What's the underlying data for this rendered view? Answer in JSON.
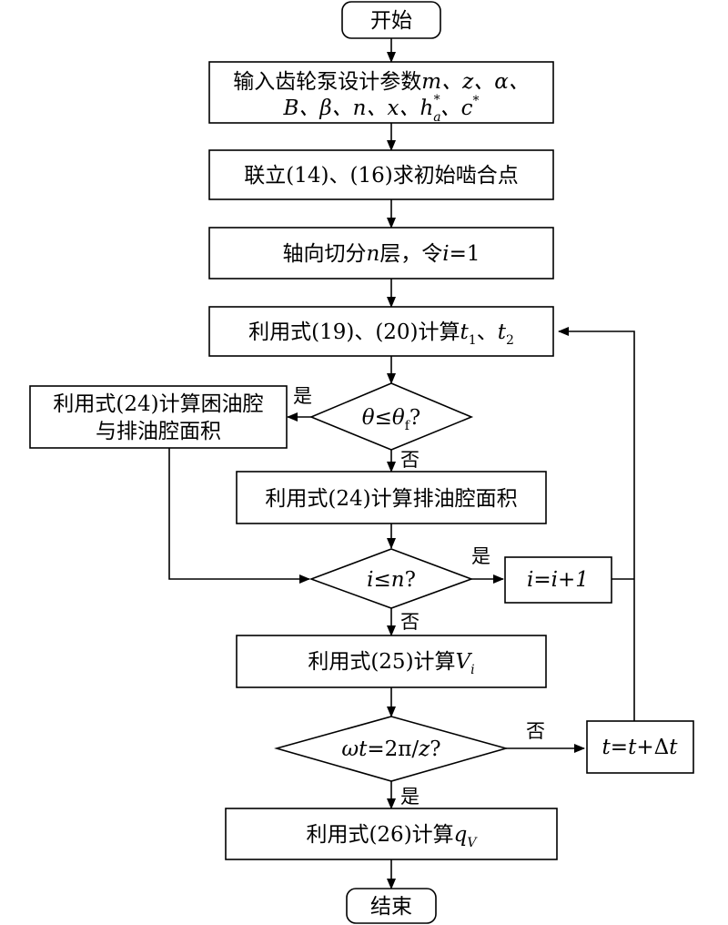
{
  "nodes": {
    "start": "开始",
    "input_a": "输入齿轮泵设计参数",
    "input_b_vars": "B、β、n、x、h",
    "input_b_sub": "a",
    "input_b_sup": "*",
    "input_b_tail": "、c",
    "input_b_sup2": "*",
    "input_a_vars": "m、z、α、",
    "solve": "联立(14)、(16)求初始啮合点",
    "slice_a": "轴向切分",
    "slice_n": "n",
    "slice_b": "层，令",
    "slice_i": "i",
    "slice_c": "=1",
    "calc_t_a": "利用式(19)、(20)计算",
    "calc_t_t1": "t",
    "calc_t_s1": "1",
    "calc_t_sep": "、",
    "calc_t_t2": "t",
    "calc_t_s2": "2",
    "cond_theta_a": "θ",
    "cond_theta_b": "≤",
    "cond_theta_c": "θ",
    "cond_theta_sub": "f",
    "cond_theta_d": "?",
    "left_box_1": "利用式(24)计算困油腔",
    "left_box_2": "与排油腔面积",
    "calc_area": "利用式(24)计算排油腔面积",
    "cond_i_a": "i",
    "cond_i_b": "≤",
    "cond_i_c": "n",
    "cond_i_d": "?",
    "inc_i": "i=i+1",
    "calc_v_a": "利用式(25)计算",
    "calc_v_b": "V",
    "calc_v_sub": "i",
    "cond_w_a": "ωt",
    "cond_w_b": "=2π/",
    "cond_w_c": "z",
    "cond_w_d": "?",
    "inc_t_a": "t",
    "inc_t_b": "=",
    "inc_t_c": "t",
    "inc_t_d": "+Δ",
    "inc_t_e": "t",
    "calc_q_a": "利用式(26)计算",
    "calc_q_b": "q",
    "calc_q_sub": "V",
    "end": "结束"
  },
  "edge_labels": {
    "yes_theta": "是",
    "no_theta": "否",
    "yes_i": "是",
    "no_i": "否",
    "no_w": "否",
    "yes_w": "是"
  }
}
